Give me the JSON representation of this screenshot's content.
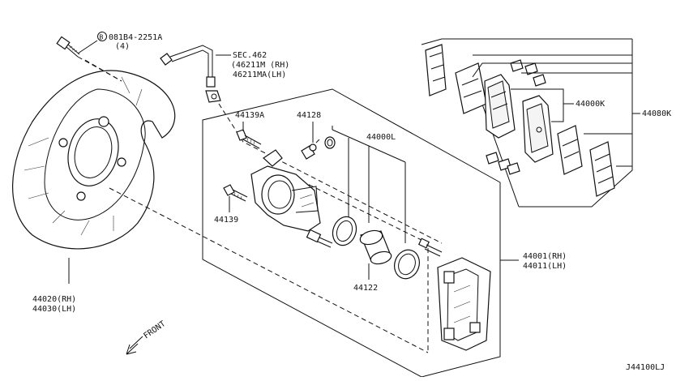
{
  "labels": {
    "bolt_code": "081B4-2251A",
    "bolt_qty": "(4)",
    "sec_ref": "SEC.462",
    "hose_rh": "(46211M (RH)",
    "hose_lh": "46211MA(LH)",
    "p44139a": "44139A",
    "p44128": "44128",
    "p44000l": "44000L",
    "p44000k": "44000K",
    "p44080k": "44080K",
    "p44139": "44139",
    "p44122": "44122",
    "p44001": "44001(RH)",
    "p44011": "44011(LH)",
    "p44020": "44020(RH)",
    "p44030": "44030(LH)",
    "front": "FRONT",
    "diagram_code": "J44100LJ",
    "circle_b": "B"
  }
}
